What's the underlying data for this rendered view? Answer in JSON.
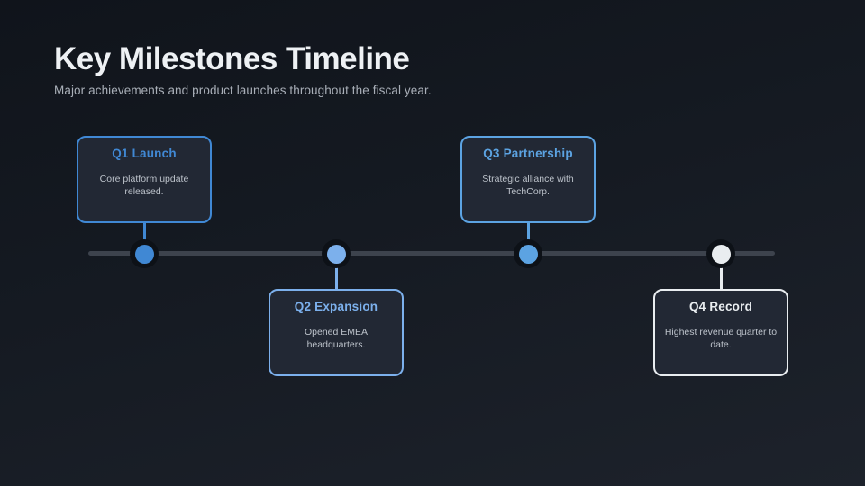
{
  "slide": {
    "title": "Key Milestones Timeline",
    "subtitle": "Major achievements and product launches throughout the fiscal year."
  },
  "timeline": {
    "line_color": "#3d434d",
    "background_top": "#10141b",
    "background_bottom": "#1d222b"
  },
  "milestones": [
    {
      "label": "Q1 Launch",
      "description": "Core platform update released.",
      "accent": "#4088d4",
      "side": "above"
    },
    {
      "label": "Q2 Expansion",
      "description": "Opened EMEA headquarters.",
      "accent": "#7cb0ec",
      "side": "below"
    },
    {
      "label": "Q3 Partnership",
      "description": "Strategic alliance with TechCorp.",
      "accent": "#5ca3e2",
      "side": "above"
    },
    {
      "label": "Q4 Record",
      "description": "Highest revenue quarter to date.",
      "accent": "#e9edf0",
      "side": "below"
    }
  ]
}
